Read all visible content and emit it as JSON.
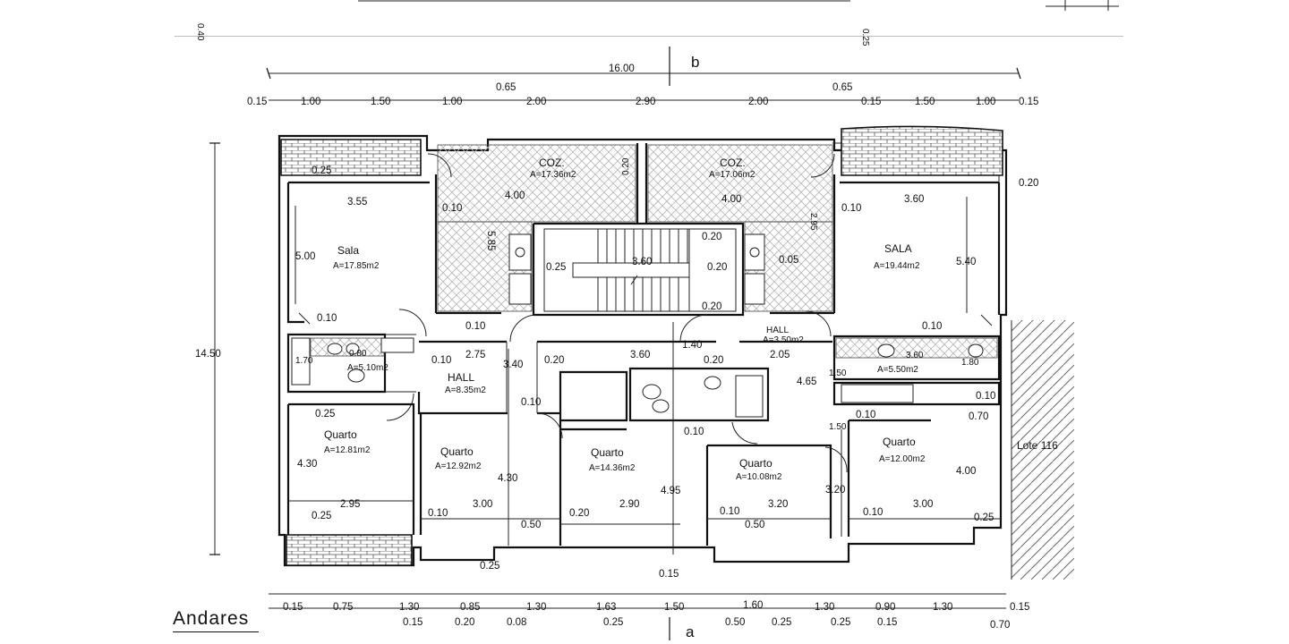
{
  "sheet": {
    "caption": "Andares",
    "top_fragments": [
      "0.40",
      "0.25"
    ]
  },
  "axes": {
    "b": "b",
    "a": "a"
  },
  "rooms": {
    "coz_left": {
      "name": "COZ.",
      "area": "A=17.36m2"
    },
    "coz_right": {
      "name": "COZ.",
      "area": "A=17.06m2"
    },
    "sala_left": {
      "name": "Sala",
      "area": "A=17.85m2"
    },
    "sala_right": {
      "name": "SALA",
      "area": "A=19.44m2"
    },
    "hall_left": {
      "name": "HALL",
      "area": "A=8.35m2"
    },
    "hall_right": {
      "name": "HALL",
      "area": "A=3.50m2"
    },
    "wc_left": {
      "area": "A=5.10m2"
    },
    "wc_right": {
      "area": "A=5.50m2"
    },
    "quarto_1": {
      "name": "Quarto",
      "area": "A=12.81m2"
    },
    "quarto_2": {
      "name": "Quarto",
      "area": "A=12.92m2"
    },
    "quarto_3": {
      "name": "Quarto",
      "area": "A=14.36m2"
    },
    "quarto_4": {
      "name": "Quarto",
      "area": "A=10.08m2"
    },
    "quarto_5": {
      "name": "Quarto",
      "area": "A=12.00m2"
    }
  },
  "neighbour": "Lote 116",
  "dims": {
    "overall_width": "16.00",
    "overall_height": "14.50",
    "top_row": [
      "0.15",
      "1.00",
      "1.50",
      "1.00",
      "2.00",
      "2.90",
      "2.00",
      "0.15",
      "1.50",
      "1.00",
      "0.15"
    ],
    "top_row_upper": [
      "0.65",
      "0.65"
    ],
    "right_020": "0.20",
    "bottom_row": [
      "0.15",
      "0.75",
      "1.30",
      "0.85",
      "1.30",
      "1.63",
      "1.50",
      "1.60",
      "1.30",
      "0.90",
      "1.30",
      "0.15"
    ],
    "bottom_row_lower": [
      "0.15",
      "0.20",
      "0.08",
      "0.25",
      "0.50",
      "0.25",
      "0.25",
      "0.15",
      "0.70"
    ],
    "interior": {
      "d_025a": "0.25",
      "d_355": "3.55",
      "d_400a": "4.00",
      "d_010a": "0.10",
      "d_585": "5.85",
      "d_020v": "0.20",
      "d_400b": "4.00",
      "d_295v": "2.95",
      "d_010b": "0.10",
      "d_360a": "3.60",
      "d_500": "5.00",
      "d_540": "5.40",
      "d_020a": "0.20",
      "d_025b": "0.25",
      "d_360s": "3.60",
      "d_020b": "0.20",
      "d_005": "0.05",
      "d_010c": "0.10",
      "d_010d": "0.10",
      "d_020c": "0.20",
      "d_010e": "0.10",
      "d_275": "2.75",
      "d_140": "1.40",
      "d_080": "0.80",
      "d_170": "1.70",
      "d_010f": "0.10",
      "d_340": "3.40",
      "d_020d": "0.20",
      "d_360b": "3.60",
      "d_020e": "0.20",
      "d_205": "2.05",
      "d_360c": "3.60",
      "d_180": "1.80",
      "d_150": "1.50",
      "d_010g": "0.10",
      "d_010h": "0.10",
      "d_025c": "0.25",
      "d_465": "4.65",
      "d_010i": "0.10",
      "d_070": "0.70",
      "d_430a": "4.30",
      "d_430b": "4.30",
      "d_495": "4.95",
      "d_010j": "0.10",
      "d_320v": "3.20",
      "d_400c": "4.00",
      "d_295": "2.95",
      "d_010k": "0.10",
      "d_300a": "3.00",
      "d_020f": "0.20",
      "d_290": "2.90",
      "d_010l": "0.10",
      "d_320": "3.20",
      "d_010m": "0.10",
      "d_300b": "3.00",
      "d_025d": "0.25",
      "d_050a": "0.50",
      "d_050b": "0.50",
      "d_025e": "0.25",
      "d_015": "0.15",
      "d_025f": "0.25",
      "d_010n": "0.10"
    }
  },
  "colors": {
    "line": "#111111",
    "paper": "#ffffff",
    "rule": "#bdbdbd"
  }
}
